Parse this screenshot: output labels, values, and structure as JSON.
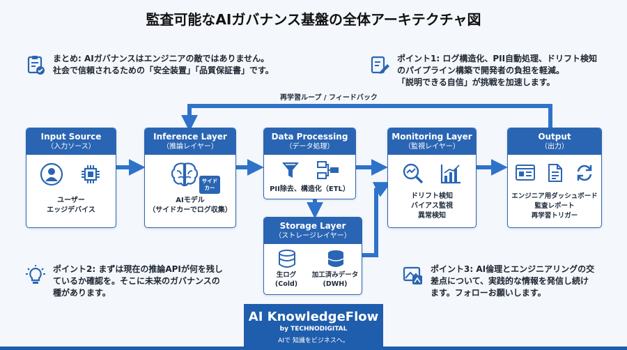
{
  "title": "監査可能なAIガバナンス基盤の全体アーキテクチャ図",
  "notes": {
    "summary": [
      "まとめ: AIガバナンスはエンジニアの敵ではありません。",
      "社会で信頼されるための「安全装置」「品質保証書」です。"
    ],
    "point1": [
      "ポイント1: ログ構造化、PII自動処理、ドリフト検知",
      "のパイプライン構築で開発者の負担を軽減。",
      "「説明できる自信」が挑戦を加速します。"
    ],
    "point2": [
      "ポイント2: まずは現在の推論APIが何を残し",
      "ているか確認を。そこに未来のガバナンスの",
      "種があります。"
    ],
    "point3": [
      "ポイント3: AI倫理とエンジニアリングの交",
      "差点について、実践的な情報を発信し続け",
      "ます。フォローお願いします。"
    ]
  },
  "loop_label": "再学習ループ / フィードバック",
  "boxes": {
    "input": {
      "title": "Input Source",
      "subtitle": "（入力ソース）",
      "lines": [
        "ユーザー",
        "エッジデバイス"
      ]
    },
    "inference": {
      "title": "Inference Layer",
      "subtitle": "（推論レイヤー）",
      "badge": [
        "サイド",
        "カー"
      ],
      "lines": [
        "AIモデル",
        "（サイドカーでログ収集）"
      ]
    },
    "processing": {
      "title": "Data Processing",
      "subtitle": "（データ処理）",
      "lines": [
        "PII除去、構造化（ETL）"
      ]
    },
    "storage": {
      "title": "Storage Layer",
      "subtitle": "（ストレージレイヤー）",
      "items": [
        {
          "lines": [
            "生ログ",
            "(Cold)"
          ]
        },
        {
          "lines": [
            "加工済みデータ",
            "(DWH)"
          ]
        }
      ]
    },
    "monitoring": {
      "title": "Monitoring Layer",
      "subtitle": "（監視レイヤー）",
      "lines": [
        "ドリフト検知",
        "バイアス監視",
        "異常検知"
      ]
    },
    "output": {
      "title": "Output",
      "subtitle": "（出力）",
      "lines": [
        "エンジニア用ダッシュボード",
        "監査レポート",
        "再学習トリガー"
      ]
    }
  },
  "brand": {
    "name": "AI KnowledgeFlow",
    "by": "by TECHNODIGITAL",
    "tagline": "AIで 知識をビジネスへ。"
  },
  "colors": {
    "primary": "#2a65b3",
    "arrow": "#2f73c9",
    "icon": "#2a65b3"
  }
}
